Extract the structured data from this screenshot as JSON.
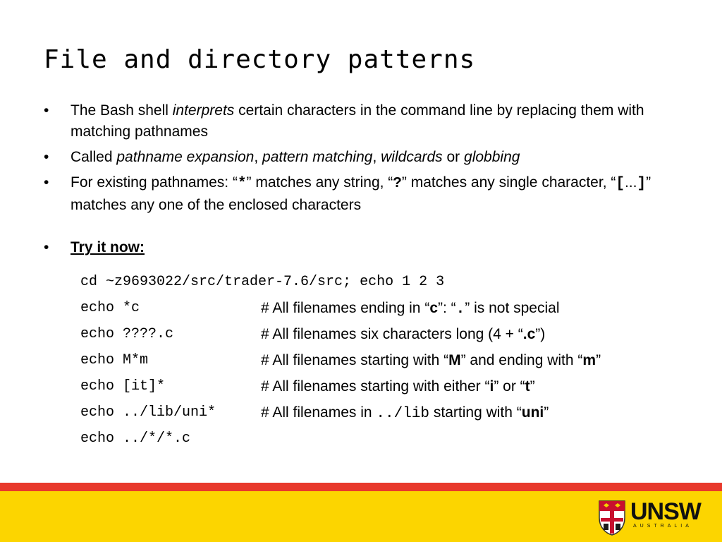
{
  "title": "File and directory patterns",
  "bullet_char": "•",
  "b1": {
    "t1": "The Bash shell ",
    "em": "interprets",
    "t2": " certain characters in the command line by replacing them with matching pathnames"
  },
  "b2": {
    "t1": "Called ",
    "e1": "pathname expansion",
    "s1": ", ",
    "e2": "pattern matching",
    "s2": ", ",
    "e3": "wildcards",
    "s3": " or ",
    "e4": "globbing"
  },
  "b3": {
    "t1": "For existing pathnames: “",
    "c1": "*",
    "t2": "” matches any string, “",
    "c2": "?",
    "t3": "” matches any single character, “",
    "c3a": "[",
    "c3b": "...",
    "c3c": "]",
    "t4": "” matches any one of the enclosed characters"
  },
  "b4": {
    "label": "Try it now:"
  },
  "cmd0": "cd ~z9693022/src/trader-7.6/src; echo 1 2 3",
  "rows": [
    {
      "cmd": "echo *c",
      "c": {
        "a": "# All filenames ending in “",
        "b": "c",
        "c": "”: “",
        "d": ".",
        "e": "” is not special"
      }
    },
    {
      "cmd": "echo ????.c",
      "c": {
        "a": "# All filenames six characters long (4 + “",
        "b": ".c",
        "c": "”)"
      }
    },
    {
      "cmd": "echo M*m",
      "c": {
        "a": "# All filenames starting with “",
        "b": "M",
        "c": "” and ending with “",
        "d": "m",
        "e": "”"
      }
    },
    {
      "cmd": "echo [it]*",
      "c": {
        "a": "# All filenames starting with either “",
        "b": "i",
        "c": "” or “",
        "d": "t",
        "e": "”"
      }
    },
    {
      "cmd": "echo ../lib/uni*",
      "c": {
        "a": "# All filenames in ",
        "b": "../lib",
        "c": " starting with “",
        "d": "uni",
        "e": "”"
      }
    },
    {
      "cmd": "echo ../*/*.c"
    }
  ],
  "logo": {
    "name": "UNSW",
    "sub": "AUSTRALIA"
  },
  "colors": {
    "footer_red": "#e8392b",
    "footer_yellow": "#fcd500"
  }
}
